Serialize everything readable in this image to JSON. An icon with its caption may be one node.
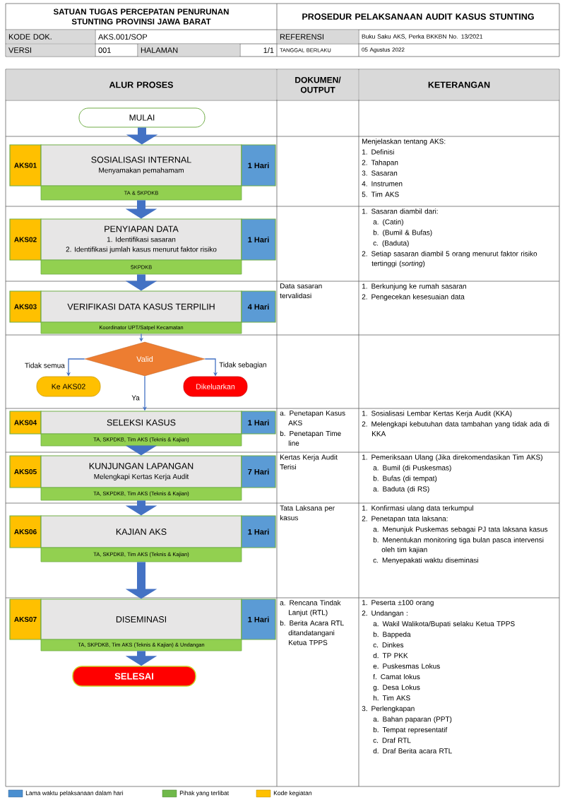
{
  "diagram": {
    "title": "PROSEDUR PELAKSANAAN AUDIT KASUS STUNTING",
    "nodes": [
      {
        "text": [
          "MULAI"
        ]
      },
      {
        "text": [
          "AKS01"
        ]
      },
      {
        "text": [
          "SOSIALISASI INTERNAL",
          "Menyamakan pemahamam"
        ]
      },
      {
        "text": [
          "1 Hari"
        ]
      },
      {
        "text": [
          "TA & SKPDKB"
        ]
      },
      {
        "text": [
          "AKS02"
        ]
      },
      {
        "text": [
          "PENYIAPAN DATA",
          "1. Identifikasi sasaran",
          "2. Identifikasi jumlah kasus menurut faktor risiko"
        ]
      },
      {
        "text": [
          "1 Hari"
        ]
      },
      {
        "text": [
          "SKPDKB"
        ]
      },
      {
        "text": [
          "AKS03"
        ]
      },
      {
        "text": [
          "VERIFIKASI DATA KASUS TERPILIH"
        ]
      },
      {
        "text": [
          "4 Hari"
        ]
      },
      {
        "text": [
          "Koordinator UPT/Satpel Kecamatan"
        ]
      },
      {
        "text": [
          "Valid"
        ]
      },
      {
        "text": [
          "Ke AKS02"
        ]
      },
      {
        "text": [
          "Dikeluarkan"
        ]
      },
      {
        "text": [
          "AKS04"
        ]
      },
      {
        "text": [
          "SELEKSI KASUS"
        ]
      },
      {
        "text": [
          "1 Hari"
        ]
      },
      {
        "text": [
          "TA, SKPDKB, Tim AKS (Teknis & Kajian)"
        ]
      },
      {
        "text": [
          "AKS05"
        ]
      },
      {
        "text": [
          "KUNJUNGAN LAPANGAN",
          "Melengkapi Kertas Kerja Audit"
        ]
      },
      {
        "text": [
          "7 Hari"
        ]
      },
      {
        "text": [
          "TA, SKPDKB, Tim AKS (Teknis & Kajian)"
        ]
      },
      {
        "text": [
          "AKS06"
        ]
      },
      {
        "text": [
          "KAJIAN AKS"
        ]
      },
      {
        "text": [
          "1 Hari"
        ]
      },
      {
        "text": [
          "TA, SKPDKB, Tim AKS (Teknis & Kajian)"
        ]
      },
      {
        "text": [
          "AKS07"
        ]
      },
      {
        "text": [
          "DISEMINASI"
        ]
      },
      {
        "text": [
          "1 Hari"
        ]
      },
      {
        "text": [
          "TA, SKPDKB, Tim AKS (Teknis & Kajian) & Undangan"
        ]
      },
      {
        "text": [
          "SELESAI"
        ]
      }
    ],
    "edges": [
      {
        "from": 0,
        "to": 2,
        "arrow": "to"
      },
      {
        "from": 4,
        "to": 6,
        "arrow": "to"
      },
      {
        "from": 8,
        "to": 10,
        "arrow": "to"
      },
      {
        "from": 12,
        "to": 13,
        "arrow": "to"
      },
      {
        "from": 13,
        "to": 14,
        "arrow": "to",
        "label": "Tidak semua"
      },
      {
        "from": 13,
        "to": 15,
        "arrow": "to",
        "label": "Tidak sebagian"
      },
      {
        "from": 13,
        "to": 17,
        "arrow": "to",
        "label": "Ya"
      },
      {
        "from": 19,
        "to": 21,
        "arrow": "to"
      },
      {
        "from": 23,
        "to": 25,
        "arrow": "to"
      },
      {
        "from": 27,
        "to": 29,
        "arrow": "to"
      },
      {
        "from": 31,
        "to": 32,
        "arrow": "to"
      }
    ],
    "labels": [
      "SATUAN TUGAS PERCEPATAN PENURUNAN STUNTING PROVINSI JAWA BARAT",
      "KODE DOK.",
      "AKS.001/SOP",
      "REFERENSI",
      "Buku Saku AKS, Perka BKKBN No. 13/2021",
      "VERSI",
      "001",
      "HALAMAN",
      "1/1",
      "TANGGAL BERLAKU",
      "05 Agustus 2022",
      "ALUR PROSES",
      "DOKUMEN/ OUTPUT",
      "KETERANGAN",
      "Menjelaskan tentang AKS:",
      "1. Definisi",
      "2. Tahapan",
      "3. Sasaran",
      "4. Instrumen",
      "5. Tim AKS",
      "1. Sasaran diambil dari:",
      "a. (Catin)",
      "b. (Bumil & Bufas)",
      "c. (Baduta)",
      "2. Setiap sasaran diambil 5 orang menurut faktor risiko tertinggi (*sorting*)",
      "Data sasaran tervalidasi",
      "1. Berkunjung ke rumah sasaran",
      "2. Pengecekan kesesuaian data",
      "a. Penetapan Kasus AKS",
      "b. Penetapan Time line",
      "1. Sosialisasi Lembar Kertas Kerja Audit (KKA)",
      "2. Melengkapi kebutuhan data tambahan yang tidak ada di KKA",
      "Kertas Kerja Audit Terisi",
      "1. Pemeriksaan Ulang (Jika direkomendasikan Tim AKS)",
      "a. Bumil (di Puskesmas)",
      "b. Bufas (di tempat)",
      "a. Baduta (di RS)",
      "Tata Laksana per kasus",
      "1. Konfirmasi ulang data terkumpul",
      "2. Penetapan tata laksana:",
      "a. Menunjuk Puskemas sebagai PJ tata laksana kasus",
      "b. Menentukan monitoring tiga bulan pasca intervensi oleh tim kajian",
      "c. Menyepakati waktu diseminasi",
      "a. Rencana Tindak Lanjut (RTL)",
      "b. Berita Acara RTL ditandatangani Ketua TPPS",
      "1. Peserta ±100 orang",
      "2. Undangan :",
      "a. Wakil Walikota/Bupati selaku Ketua TPPS",
      "b. Bappeda",
      "c. Dinkes",
      "d. TP PKK",
      "e. Puskesmas Lokus",
      "f. Camat lokus",
      "g. Desa Lokus",
      "h. Tim AKS",
      "3. Perlengkapan",
      "a. Bahan paparan (PPT)",
      "b. Tempat representatif",
      "c. Draf RTL",
      "d. Draf Berita acara RTL"
    ],
    "legend": [
      {
        "text": "Lama waktu pelaksanaan dalam hari",
        "color": "#4a8fd0"
      },
      {
        "text": "Pihak yang terlibat",
        "color": "#70b94a"
      },
      {
        "text": "Kode kegiatan",
        "color": "#ffc000"
      }
    ]
  }
}
